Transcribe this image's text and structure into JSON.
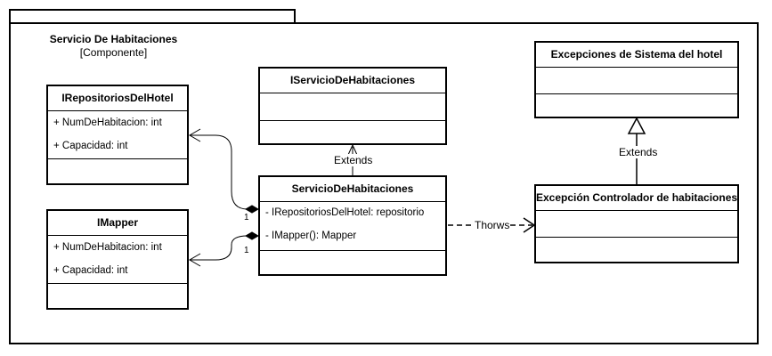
{
  "package": {
    "name": "Servicio De Habitaciones",
    "stereotype": "[Componente]"
  },
  "classes": {
    "irepositorios": {
      "name": "IRepositoriosDelHotel",
      "attributes": [
        "+ NumDeHabitacion: int",
        "+ Capacidad: int"
      ]
    },
    "imapper": {
      "name": "IMapper",
      "attributes": [
        "+ NumDeHabitacion: int",
        "+ Capacidad: int"
      ]
    },
    "iservicio": {
      "name": "IServicioDeHabitaciones",
      "attributes": []
    },
    "servicio": {
      "name": "ServicioDeHabitaciones",
      "attributes": [
        "- IRepositoriosDelHotel: repositorio",
        "- IMapper():  Mapper"
      ]
    },
    "excepciones": {
      "name": "Excepciones de Sistema del hotel",
      "attributes": []
    },
    "excepcion_ctrl": {
      "name": "Excepción Controlador de habitaciones",
      "attributes": []
    }
  },
  "relations": {
    "extends_servicio": "Extends",
    "extends_excepcion": "Extends",
    "throws": "Thorws",
    "mult_repo": "1",
    "mult_mapper": "1"
  }
}
